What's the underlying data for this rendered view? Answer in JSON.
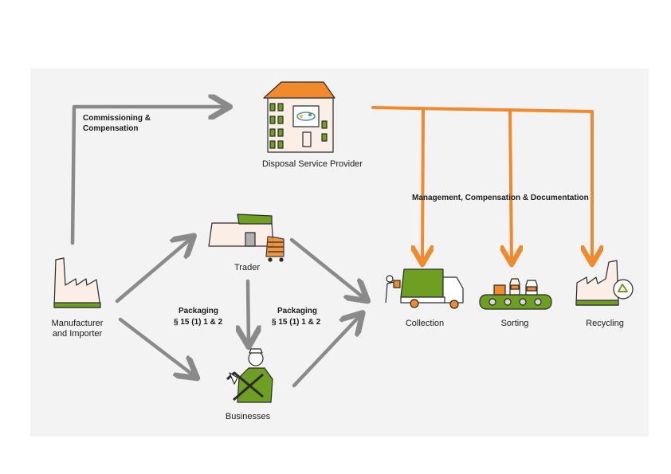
{
  "colors": {
    "background_panel": "#f3f3f3",
    "arrow_gray": "#8a8a8a",
    "arrow_orange": "#f08a2c",
    "accent_green": "#6e9f22",
    "accent_orange": "#f08a2c",
    "outline": "#2a2a2a",
    "building_fill": "#fbeee6"
  },
  "nodes": {
    "disposal_provider": {
      "label": "Disposal Service Provider",
      "icon": "building-icon"
    },
    "manufacturer": {
      "label_line1": "Manufacturer",
      "label_line2": "and Importer",
      "icon": "factory-icon"
    },
    "trader": {
      "label": "Trader",
      "icon": "shop-cart-icon"
    },
    "businesses": {
      "label": "Businesses",
      "icon": "worker-tools-icon"
    },
    "collection": {
      "label": "Collection",
      "icon": "garbage-truck-icon"
    },
    "sorting": {
      "label": "Sorting",
      "icon": "conveyor-belt-icon"
    },
    "recycling": {
      "label": "Recycling",
      "icon": "recycling-plant-icon"
    }
  },
  "edge_labels": {
    "commissioning_line1": "Commissioning &",
    "commissioning_line2": "Compensation",
    "management": "Management, Compensation & Documentation",
    "packaging_left_line1": "Packaging",
    "packaging_left_line2": "§ 15 (1) 1 & 2",
    "packaging_right_line1": "Packaging",
    "packaging_right_line2": "§ 15 (1) 1 & 2"
  }
}
